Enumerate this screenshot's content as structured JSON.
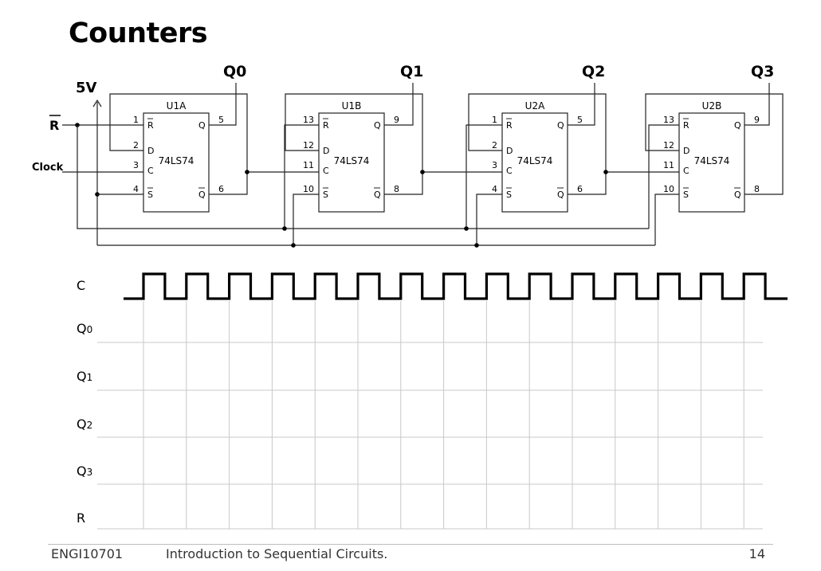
{
  "title": "Counters",
  "schematic": {
    "supply_label": "5V",
    "reset_label": "R",
    "clock_label": "Clock",
    "outputs": [
      "Q0",
      "Q1",
      "Q2",
      "Q3"
    ],
    "chips": [
      {
        "name": "U1A",
        "part": "74LS74",
        "pins": {
          "R": "1",
          "D": "2",
          "C": "3",
          "S": "4",
          "Q": "5",
          "QN": "6"
        }
      },
      {
        "name": "U1B",
        "part": "74LS74",
        "pins": {
          "R": "13",
          "D": "12",
          "C": "11",
          "S": "10",
          "Q": "9",
          "QN": "8"
        }
      },
      {
        "name": "U2A",
        "part": "74LS74",
        "pins": {
          "R": "1",
          "D": "2",
          "C": "3",
          "S": "4",
          "Q": "5",
          "QN": "6"
        }
      },
      {
        "name": "U2B",
        "part": "74LS74",
        "pins": {
          "R": "13",
          "D": "12",
          "C": "11",
          "S": "10",
          "Q": "9",
          "QN": "8"
        }
      }
    ],
    "chip_pin_names": {
      "R": "R",
      "D": "D",
      "C": "C",
      "S": "S",
      "Q": "Q",
      "QN": "Q"
    }
  },
  "timing": {
    "signals": [
      "C",
      "Q0",
      "Q1",
      "Q2",
      "Q3",
      "R"
    ],
    "clock_pulses": 15
  },
  "footer": {
    "course": "ENGI10701",
    "topic": "Introduction to Sequential Circuits.",
    "page": "14"
  }
}
